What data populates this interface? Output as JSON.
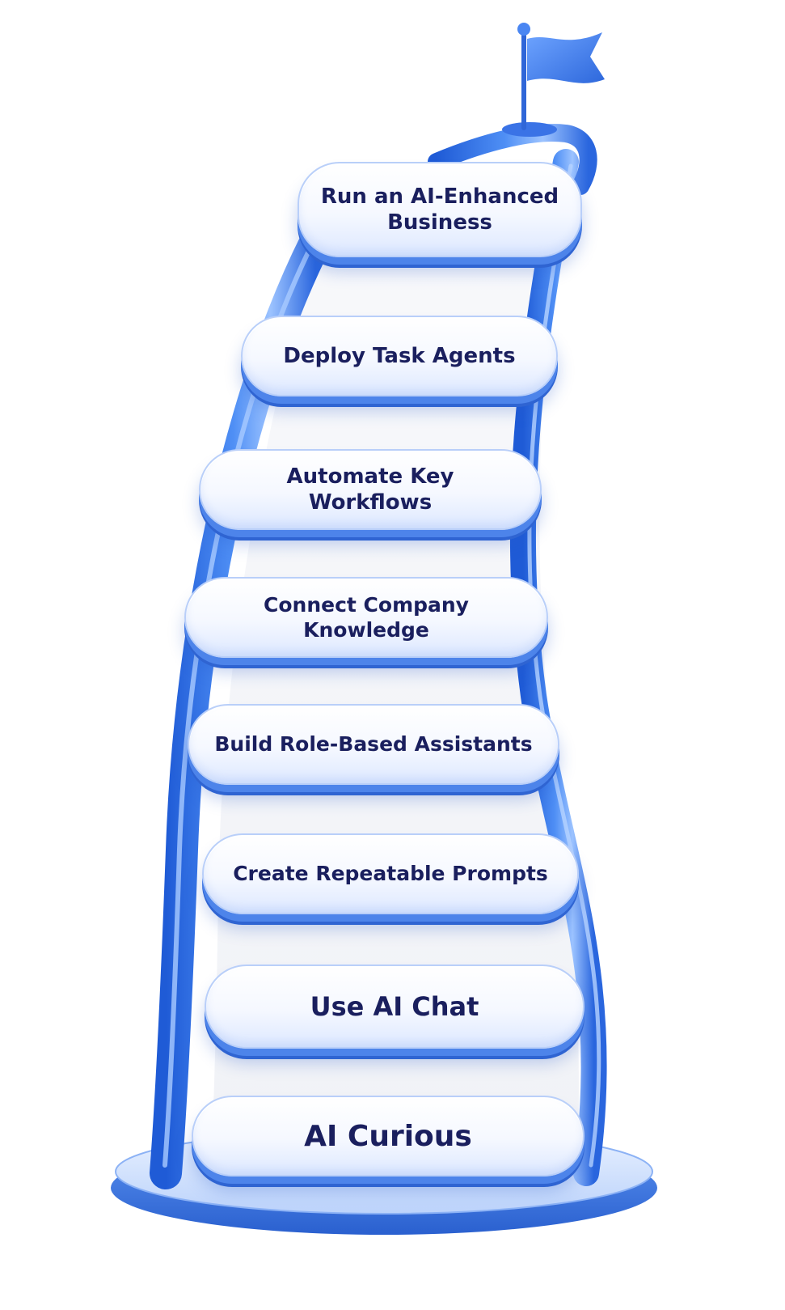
{
  "steps": [
    {
      "label": "Run an AI-Enhanced Business"
    },
    {
      "label": "Deploy Task Agents"
    },
    {
      "label": "Automate Key Workflows"
    },
    {
      "label": "Connect Company Knowledge"
    },
    {
      "label": "Build Role-Based Assistants"
    },
    {
      "label": "Create Repeatable Prompts"
    },
    {
      "label": "Use AI Chat"
    },
    {
      "label": "AI Curious"
    }
  ],
  "colors": {
    "rail": "#2f6fe4",
    "rail_highlight": "#7fb0ff",
    "step_text": "#1a1f5e",
    "flag": "#3d7cf0"
  },
  "icons": [
    "flag-icon"
  ]
}
